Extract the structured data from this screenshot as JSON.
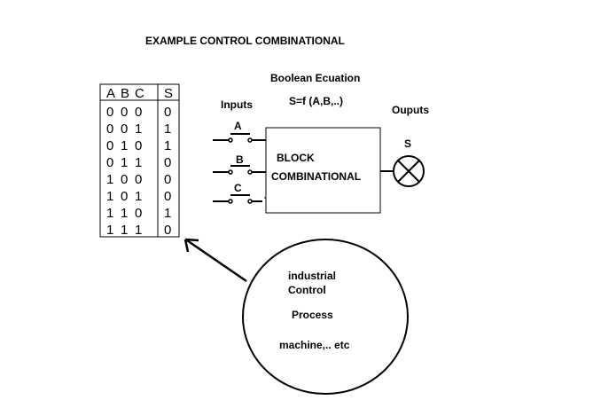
{
  "title": "EXAMPLE CONTROL COMBINATIONAL",
  "equation": {
    "heading": "Boolean Ecuation",
    "formula": "S=f (A,B,..)"
  },
  "inputs": {
    "label": "Inputs",
    "switches": [
      "A",
      "B",
      "C"
    ]
  },
  "block": {
    "line1": "BLOCK",
    "line2": "COMBINATIONAL"
  },
  "outputs": {
    "label": "Ouputs",
    "lamp": "S"
  },
  "truth_table": {
    "headers": [
      "A",
      "B",
      "C",
      "S"
    ],
    "rows": [
      {
        "a": "0",
        "b": "0",
        "c": "0",
        "s": "0"
      },
      {
        "a": "0",
        "b": "0",
        "c": "1",
        "s": "1"
      },
      {
        "a": "0",
        "b": "1",
        "c": "0",
        "s": "1"
      },
      {
        "a": "0",
        "b": "1",
        "c": "1",
        "s": "0"
      },
      {
        "a": "1",
        "b": "0",
        "c": "0",
        "s": "0"
      },
      {
        "a": "1",
        "b": "0",
        "c": "1",
        "s": "0"
      },
      {
        "a": "1",
        "b": "1",
        "c": "0",
        "s": "1"
      },
      {
        "a": "1",
        "b": "1",
        "c": "1",
        "s": "0"
      }
    ]
  },
  "process": {
    "line1": "industrial",
    "line2": "Control",
    "line3": "Process",
    "line4": "machine,.. etc"
  }
}
